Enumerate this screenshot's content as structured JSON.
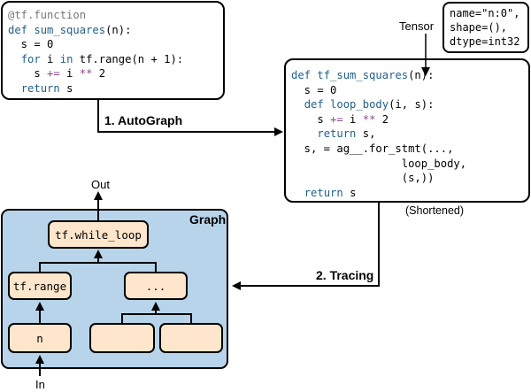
{
  "code1": {
    "lines": [
      [
        [
          "@tf.function",
          "dec"
        ]
      ],
      [
        [
          "def ",
          "kw"
        ],
        [
          "sum_squares",
          "fn"
        ],
        [
          "(n):",
          ""
        ]
      ],
      [
        [
          "  s = 0",
          ""
        ]
      ],
      [
        [
          "  ",
          ""
        ],
        [
          "for ",
          "kw"
        ],
        [
          "i ",
          ""
        ],
        [
          "in ",
          "kw"
        ],
        [
          "tf.range(n + 1):",
          ""
        ]
      ],
      [
        [
          "    s ",
          ""
        ],
        [
          "+= ",
          "op"
        ],
        [
          "i ",
          ""
        ],
        [
          "** ",
          "op"
        ],
        [
          "2",
          ""
        ]
      ],
      [
        [
          "  ",
          ""
        ],
        [
          "return ",
          "kw"
        ],
        [
          "s",
          ""
        ]
      ]
    ]
  },
  "code2": {
    "lines": [
      [
        [
          "def ",
          "kw"
        ],
        [
          "tf_sum_squares",
          "fn"
        ],
        [
          "(n):",
          ""
        ]
      ],
      [
        [
          "  s = 0",
          ""
        ]
      ],
      [
        [
          "  ",
          ""
        ],
        [
          "def ",
          "kw"
        ],
        [
          "loop_body",
          "fn"
        ],
        [
          "(i, s):",
          ""
        ]
      ],
      [
        [
          "    s ",
          ""
        ],
        [
          "+= ",
          "op"
        ],
        [
          "i ",
          ""
        ],
        [
          "** ",
          "op"
        ],
        [
          "2",
          ""
        ]
      ],
      [
        [
          "    ",
          ""
        ],
        [
          "return ",
          "kw"
        ],
        [
          "s,",
          ""
        ]
      ],
      [
        [
          "  s, = ag__.for_stmt(...,",
          ""
        ]
      ],
      [
        [
          "                 loop_body,",
          ""
        ]
      ],
      [
        [
          "                 (s,))",
          ""
        ]
      ],
      [
        [
          "  ",
          ""
        ],
        [
          "return ",
          "kw"
        ],
        [
          "s",
          ""
        ]
      ]
    ]
  },
  "tensor": {
    "label": "Tensor",
    "lines": [
      "name=\"n:0\",",
      "shape=(),",
      "dtype=int32"
    ]
  },
  "labels": {
    "autograph": "1. AutoGraph",
    "tracing": "2. Tracing",
    "shortened": "(Shortened)",
    "out": "Out",
    "in": "In",
    "graph": "Graph"
  },
  "graph": {
    "while_loop": "tf.while_loop",
    "range": "tf.range",
    "ellipsis": "...",
    "n": "n"
  },
  "colors": {
    "graph_bg": "#b7d4ea",
    "node_bg": "#fde6cc",
    "keyword": "#1f5f8b"
  }
}
